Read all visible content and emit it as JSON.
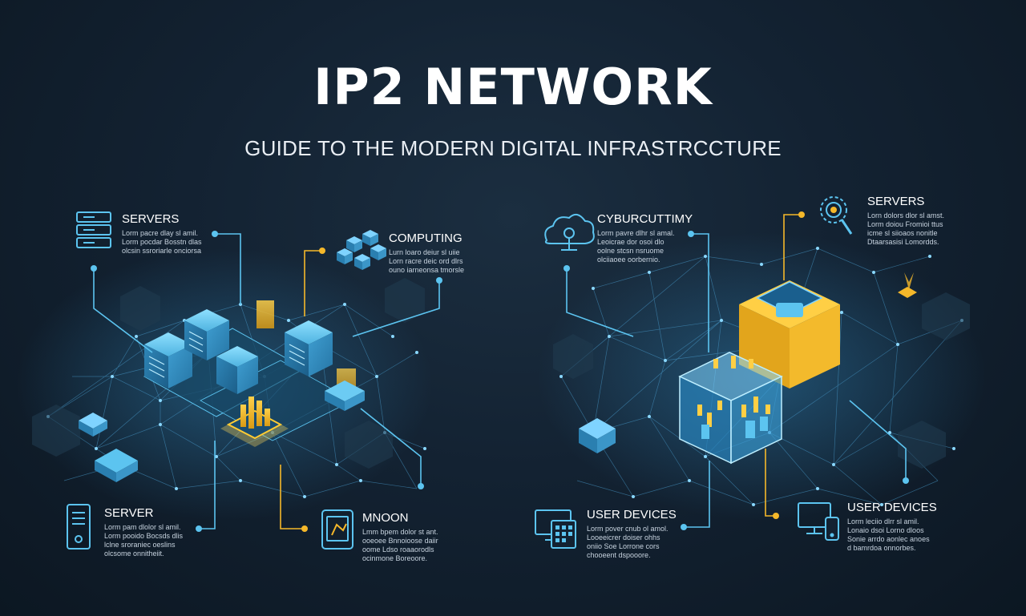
{
  "header": {
    "title": "IP2 NETWORK",
    "subtitle": "GUIDE TO THE MODERN DIGITAL INFRASTRCCTURE"
  },
  "colors": {
    "background": "#132232",
    "accent_blue": "#5cc4f0",
    "accent_gold": "#f5b82a",
    "line_blue": "#4a9fd0"
  },
  "labels": {
    "servers_left": {
      "title": "SERVERS",
      "text": "Lorm pacre dlay sl amil.\nLorm pocdar Bosstn dlas\nolcsin ssroriarle onciorsa",
      "icon": "server-rack-icon"
    },
    "computing": {
      "title": "COMPUTING",
      "text": "Lurn loaro deiur sl uiie\nLorn racre deic ord dlrs\nouno iarneonsa tmorsle",
      "icon": "cubes-cluster-icon"
    },
    "server_bottom": {
      "title": "SERVER",
      "text": "Lorm pam dlolor sl amil.\nLorm pooido Bocsds dlis\nlclne sroraniec oeslins\nolcsome onnitheiit.",
      "icon": "server-tower-icon"
    },
    "mnoon": {
      "title": "MNOON",
      "text": "Lmm bpem dolor st ant.\nooeoee Bnnoioose daiir\noome Ldso roaaorodls\nocinmone Boreoore.",
      "icon": "tablet-icon"
    },
    "cybersecurity": {
      "title": "CYBURCUTTIMY",
      "text": "Lorm pavre dlhr sl amal.\nLeoicrae dor osoi dlo\noolne stcsn nsruome\nolciiaoee oorbernio.",
      "icon": "cloud-security-icon"
    },
    "servers_right": {
      "title": "SERVERS",
      "text": "Lorn dolors dlor sl amst.\nLorm doiou Fromioi ttus\nicme sl siioaos nonitle\nDtaarsasisi Lomordds.",
      "icon": "gear-search-icon"
    },
    "user_devices_left": {
      "title": "USER DEVICES",
      "text": "Lorm pover cnub ol amol.\nLooeeicrer doiser ohhs\noniio Soe Lorrone cors\nchooeent dspooore.",
      "icon": "monitor-devices-icon"
    },
    "user_devices_right": {
      "title": "USER DEVICES",
      "text": "Lorm leciio dlrr sl amil.\nLonaio dsoi Lorno dloos\nSonie arrdo aonlec anoes\nd bamrdoa onnorbes.",
      "icon": "desktop-phone-icon"
    }
  }
}
